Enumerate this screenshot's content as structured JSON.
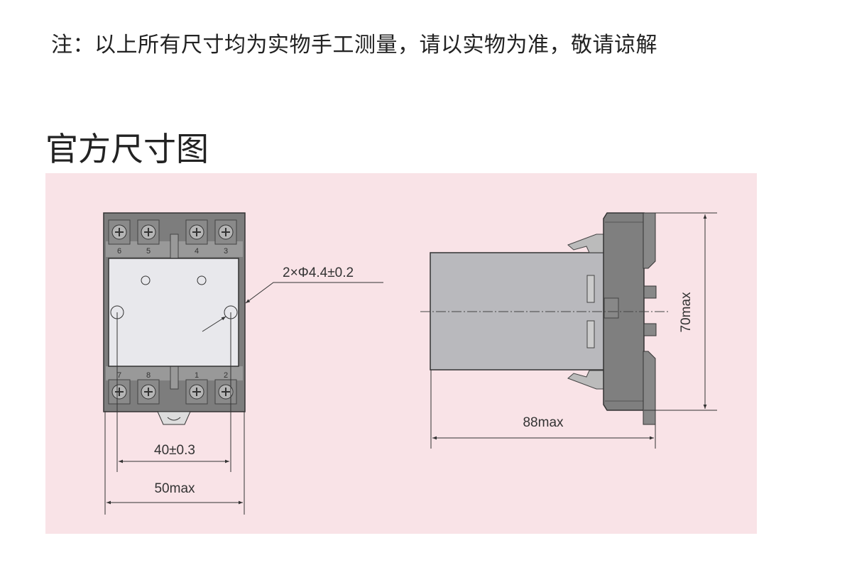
{
  "note": "注：以上所有尺寸均为实物手工测量，请以实物为准，敬请谅解",
  "section_title": "官方尺寸图",
  "diagram": {
    "front_view": {
      "top_terminal_labels": [
        "6",
        "5",
        "4",
        "3"
      ],
      "bottom_terminal_labels": [
        "7",
        "8",
        "1",
        "2"
      ],
      "hole_callout": "2×Φ4.4±0.2",
      "dim_hole_spacing": "40±0.3",
      "dim_width": "50max"
    },
    "side_view": {
      "dim_height": "70max",
      "dim_depth": "88max"
    }
  }
}
